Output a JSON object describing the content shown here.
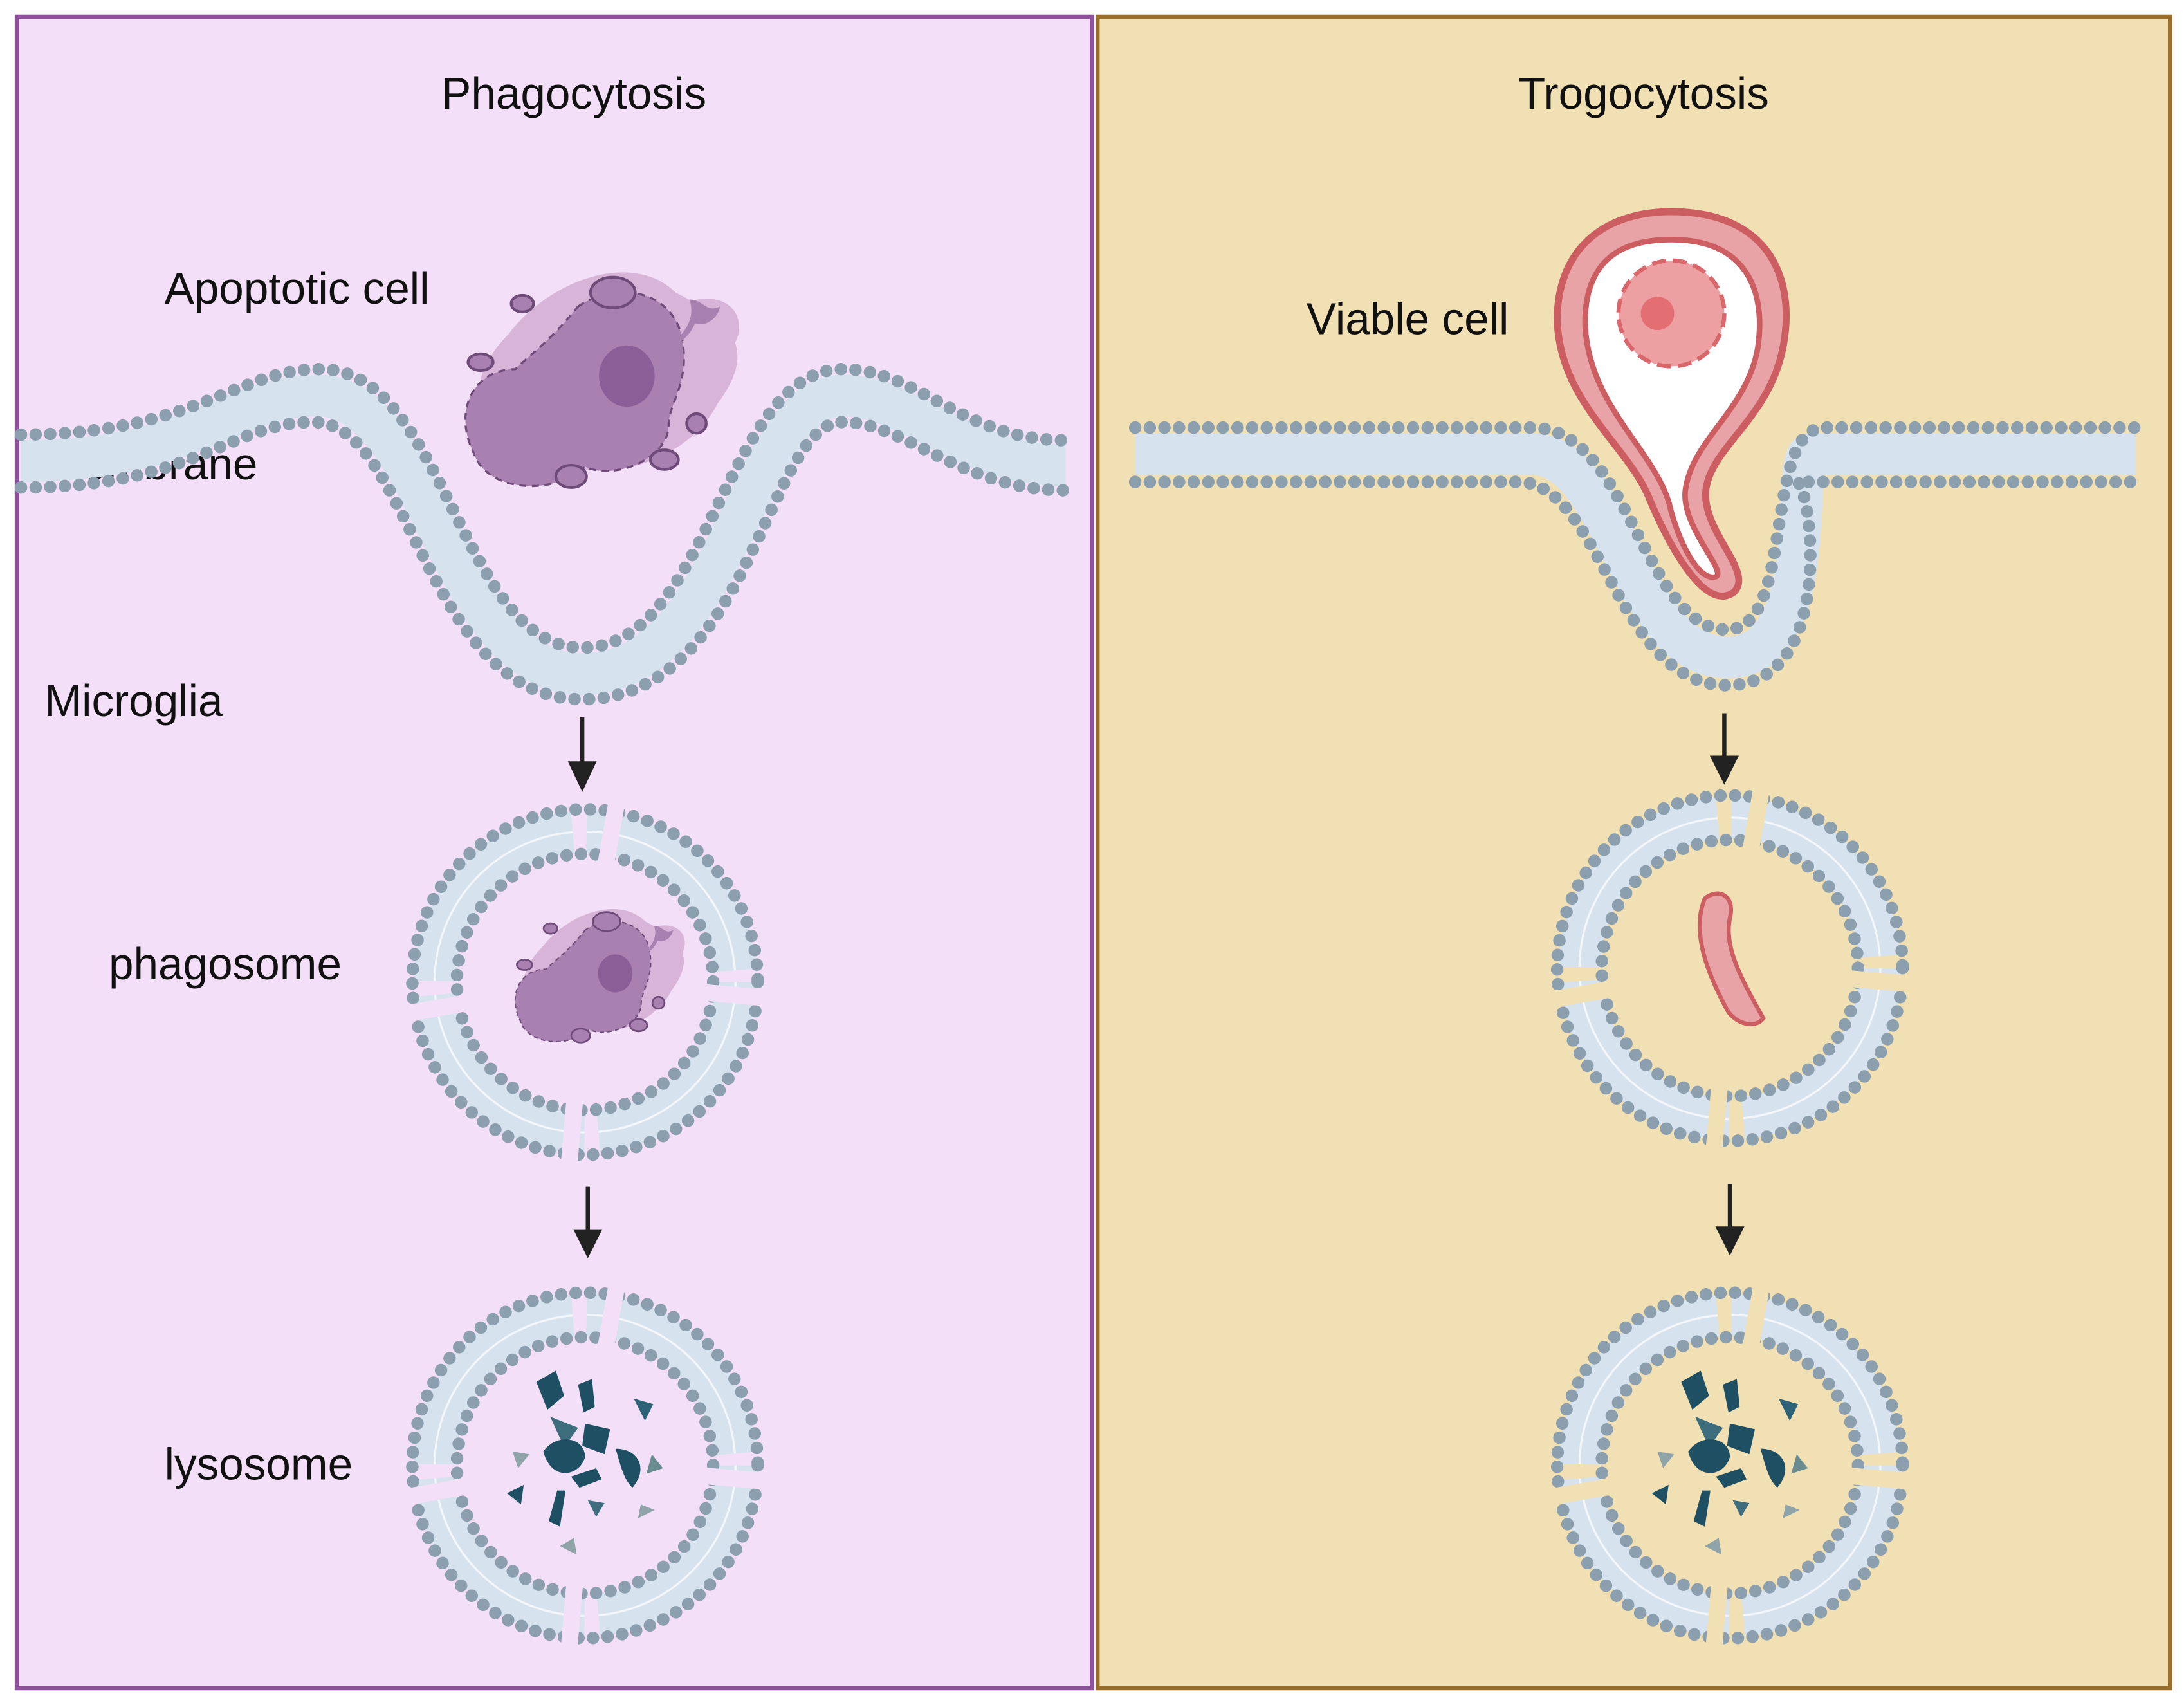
{
  "panels": [
    {
      "title": "Phagocytosis",
      "labels": {
        "cell": "Apoptotic cell",
        "membrane": "Membrane",
        "microglia": "Microglia",
        "stage2": "phagosome",
        "stage3": "lysosome"
      },
      "background": "#f3e0f8",
      "border": "#8e4f9c"
    },
    {
      "title": "Trogocytosis",
      "labels": {
        "cell": "Viable cell"
      },
      "background": "#f0e0b4",
      "border": "#9a6d2a"
    }
  ]
}
